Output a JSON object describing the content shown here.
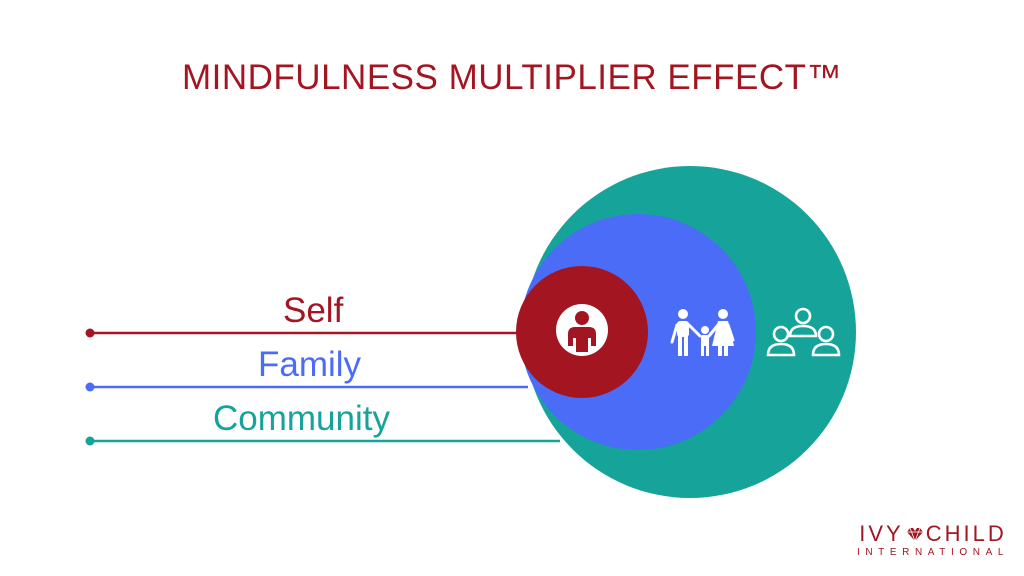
{
  "title": "MINDFULNESS MULTIPLIER EFFECT™",
  "levels": [
    {
      "label": "Self",
      "color": "#a31621",
      "icon": "person-icon"
    },
    {
      "label": "Family",
      "color": "#4a6cf7",
      "icon": "family-icon"
    },
    {
      "label": "Community",
      "color": "#16a49a",
      "icon": "community-icon"
    }
  ],
  "logo": {
    "word1": "IVY",
    "word2": "CHILD",
    "sub": "INTERNATIONAL",
    "icon": "heart-gem-icon",
    "color": "#a31621"
  }
}
